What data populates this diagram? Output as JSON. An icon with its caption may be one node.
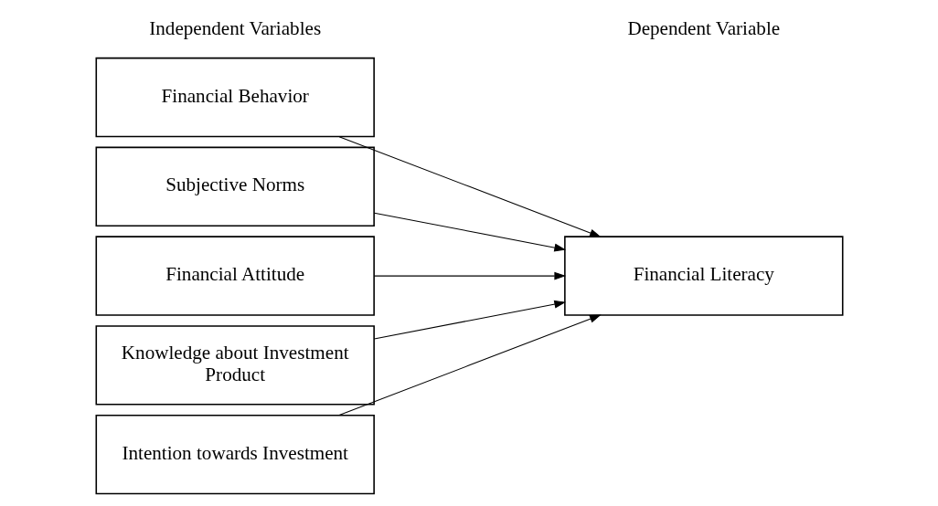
{
  "diagram": {
    "nodes": [
      {
        "text": [
          "Financial Behavior"
        ]
      },
      {
        "text": [
          "Subjective Norms"
        ]
      },
      {
        "text": [
          "Financial Attitude"
        ]
      },
      {
        "text": [
          "Knowledge about Investment Product"
        ]
      },
      {
        "text": [
          "Intention towards Investment"
        ]
      },
      {
        "text": [
          "Financial Literacy"
        ]
      }
    ],
    "edges": [
      {
        "from": 0,
        "to": 5,
        "arrow": "to"
      },
      {
        "from": 1,
        "to": 5,
        "arrow": "to"
      },
      {
        "from": 2,
        "to": 5,
        "arrow": "to"
      },
      {
        "from": 3,
        "to": 5,
        "arrow": "to"
      },
      {
        "from": 4,
        "to": 5,
        "arrow": "to"
      }
    ],
    "labels": [
      "Independent Variables",
      "Dependent Variable"
    ]
  }
}
